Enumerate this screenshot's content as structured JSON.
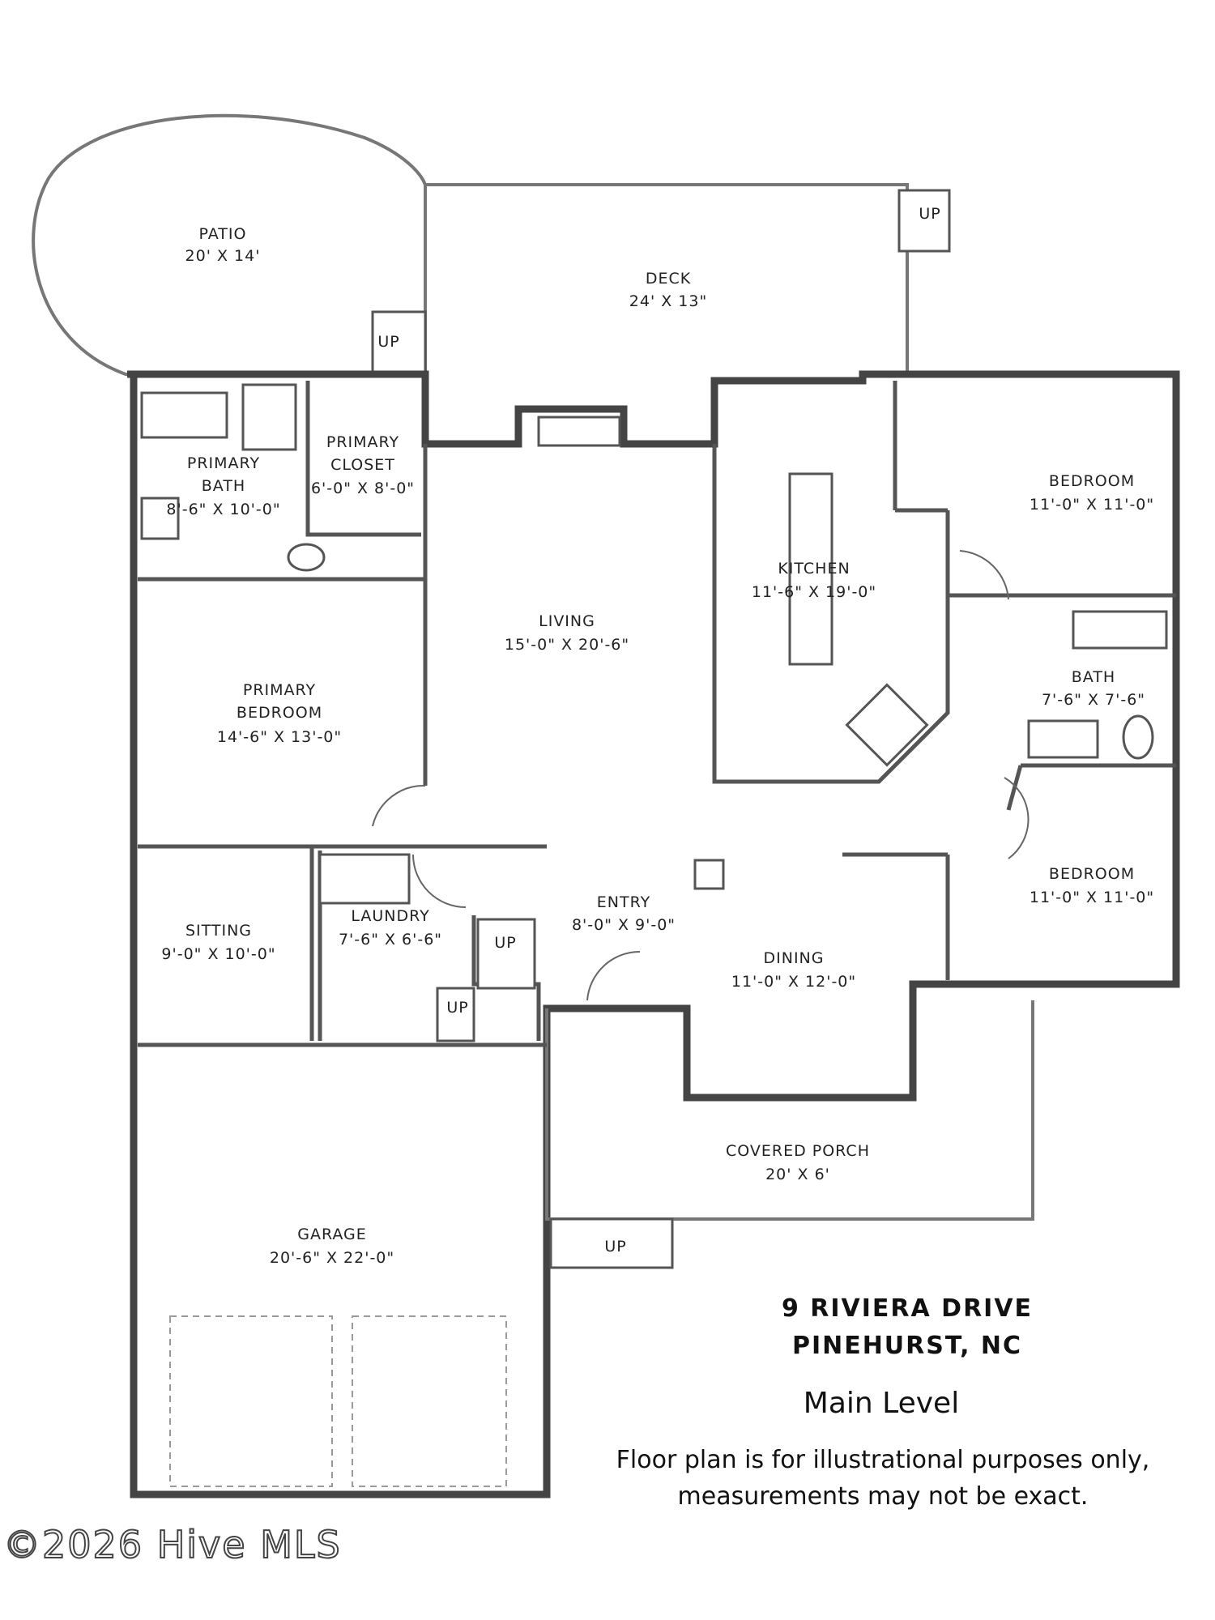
{
  "rooms": {
    "patio": {
      "name": "PATIO",
      "dim": "20' X 14'"
    },
    "deck": {
      "name": "DECK",
      "dim": "24' X 13\""
    },
    "primary_bath": {
      "name1": "PRIMARY",
      "name2": "BATH",
      "dim": "8'-6\" X 10'-0\""
    },
    "primary_closet": {
      "name1": "PRIMARY",
      "name2": "CLOSET",
      "dim": "6'-0\" X 8'-0\""
    },
    "primary_bedroom": {
      "name1": "PRIMARY",
      "name2": "BEDROOM",
      "dim": "14'-6\" X 13'-0\""
    },
    "living": {
      "name": "LIVING",
      "dim": "15'-0\" X 20'-6\""
    },
    "kitchen": {
      "name": "KITCHEN",
      "dim": "11'-6\" X 19'-0\""
    },
    "bedroom_top": {
      "name": "BEDROOM",
      "dim": "11'-0\" X 11'-0\""
    },
    "bath": {
      "name": "BATH",
      "dim": "7'-6\" X 7'-6\""
    },
    "bedroom_bottom": {
      "name": "BEDROOM",
      "dim": "11'-0\" X 11'-0\""
    },
    "sitting": {
      "name": "SITTING",
      "dim": "9'-0\" X 10'-0\""
    },
    "laundry": {
      "name": "LAUNDRY",
      "dim": "7'-6\" X 6'-6\""
    },
    "entry": {
      "name": "ENTRY",
      "dim": "8'-0\" X 9'-0\""
    },
    "dining": {
      "name": "DINING",
      "dim": "11'-0\" X 12'-0\""
    },
    "covered_porch": {
      "name": "COVERED PORCH",
      "dim": "20' X 6'"
    },
    "garage": {
      "name": "GARAGE",
      "dim": "20'-6\" X 22'-0\""
    }
  },
  "stairs_label": "UP",
  "address": {
    "line1": "9 RIVIERA DRIVE",
    "line2": "PINEHURST, NC"
  },
  "level": "Main Level",
  "disclaimer": {
    "line1": "Floor plan is for illustrational purposes only,",
    "line2": "measurements may not be exact."
  },
  "copyright": "©2026 Hive MLS"
}
